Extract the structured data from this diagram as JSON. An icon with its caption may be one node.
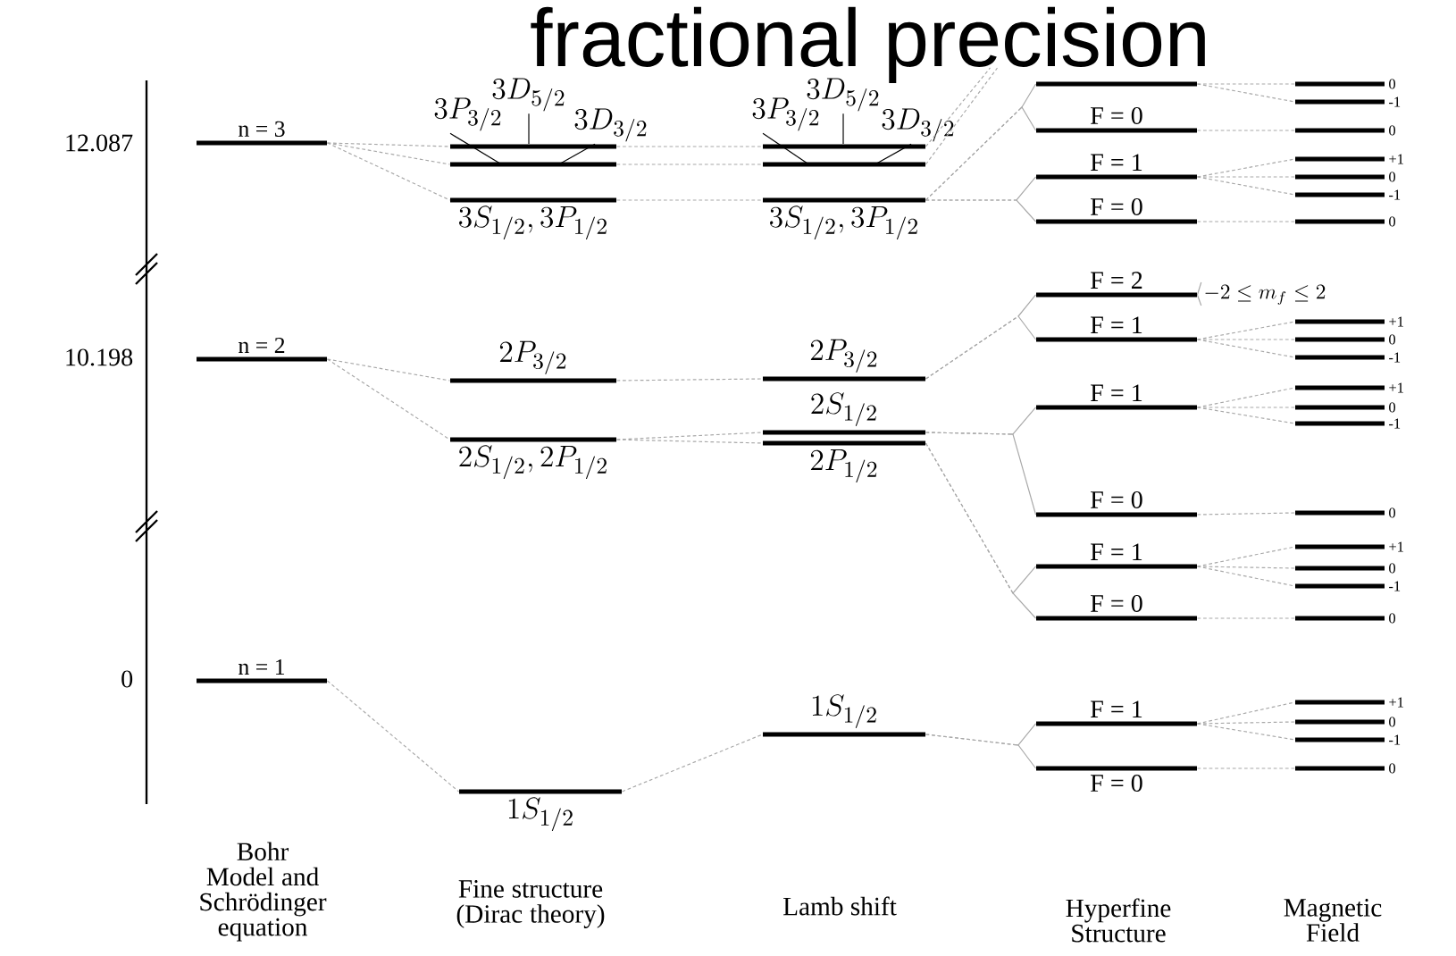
{
  "diagram": {
    "title": "fractional precision",
    "nodes": [
      {
        "text": [
          "n = 3"
        ]
      },
      {
        "text": [
          "n = 2"
        ]
      },
      {
        "text": [
          "n = 1"
        ]
      },
      {
        "text": [
          "3D_{5/2}"
        ]
      },
      {
        "text": [
          "3P_{3/2}"
        ]
      },
      {
        "text": [
          "3D_{3/2}"
        ]
      },
      {
        "text": [],
        "shape": "bar"
      },
      {
        "text": [],
        "shape": "bar"
      },
      {
        "text": [
          "3S_{1/2}, 3P_{1/2}"
        ]
      },
      {
        "text": [
          "2P_{3/2}"
        ]
      },
      {
        "text": [
          "2S_{1/2}, 2P_{1/2}"
        ]
      },
      {
        "text": [
          "1S_{1/2}"
        ]
      },
      {
        "text": [
          "3D_{5/2}"
        ]
      },
      {
        "text": [
          "3P_{3/2}"
        ]
      },
      {
        "text": [
          "3D_{3/2}"
        ]
      },
      {
        "text": [],
        "shape": "bar"
      },
      {
        "text": [],
        "shape": "bar"
      },
      {
        "text": [
          "3S_{1/2}, 3P_{1/2}"
        ]
      },
      {
        "text": [
          "2P_{3/2}"
        ]
      },
      {
        "text": [
          "2S_{1/2}"
        ]
      },
      {
        "text": [
          "2P_{1/2}"
        ]
      },
      {
        "text": [
          "1S_{1/2}"
        ]
      },
      {
        "text": [],
        "shape": "bar"
      },
      {
        "text": [
          "F = 0"
        ]
      },
      {
        "text": [
          "F = 1"
        ]
      },
      {
        "text": [
          "F = 0"
        ]
      },
      {
        "text": [
          "F = 2"
        ]
      },
      {
        "text": [
          "F = 1"
        ]
      },
      {
        "text": [
          "F = 1"
        ]
      },
      {
        "text": [
          "F = 0"
        ]
      },
      {
        "text": [
          "F = 1"
        ]
      },
      {
        "text": [
          "F = 0"
        ]
      },
      {
        "text": [
          "F = 1"
        ]
      },
      {
        "text": [
          "F = 0"
        ]
      },
      {
        "text": [
          "-2 \\le m_f \\le 2"
        ]
      },
      {
        "text": [
          "0"
        ]
      },
      {
        "text": [
          "-1"
        ]
      },
      {
        "text": [
          "0"
        ]
      },
      {
        "text": [
          "+1"
        ]
      },
      {
        "text": [
          "0"
        ]
      },
      {
        "text": [
          "-1"
        ]
      },
      {
        "text": [
          "0"
        ]
      },
      {
        "text": [
          "+1"
        ]
      },
      {
        "text": [
          "0"
        ]
      },
      {
        "text": [
          "-1"
        ]
      },
      {
        "text": [
          "+1"
        ]
      },
      {
        "text": [
          "0"
        ]
      },
      {
        "text": [
          "-1"
        ]
      },
      {
        "text": [
          "0"
        ]
      },
      {
        "text": [
          "+1"
        ]
      },
      {
        "text": [
          "0"
        ]
      },
      {
        "text": [
          "-1"
        ]
      },
      {
        "text": [
          "0"
        ]
      },
      {
        "text": [
          "+1"
        ]
      },
      {
        "text": [
          "0"
        ]
      },
      {
        "text": [
          "-1"
        ]
      },
      {
        "text": [
          "0"
        ]
      }
    ],
    "edges": [
      {
        "from": 0,
        "to": 6,
        "arrow": "none",
        "style": "dashed"
      },
      {
        "from": 0,
        "to": 7,
        "arrow": "none",
        "style": "dashed"
      },
      {
        "from": 0,
        "to": 8,
        "arrow": "none",
        "style": "dashed"
      },
      {
        "from": 1,
        "to": 9,
        "arrow": "none",
        "style": "dashed"
      },
      {
        "from": 1,
        "to": 10,
        "arrow": "none",
        "style": "dashed"
      },
      {
        "from": 2,
        "to": 11,
        "arrow": "none",
        "style": "dashed"
      },
      {
        "from": 3,
        "to": 6,
        "arrow": "none",
        "color": "#000000"
      },
      {
        "from": 4,
        "to": 7,
        "arrow": "none",
        "color": "#000000"
      },
      {
        "from": 5,
        "to": 7,
        "arrow": "none",
        "color": "#000000"
      },
      {
        "from": 6,
        "to": 15,
        "arrow": "none",
        "style": "dashed"
      },
      {
        "from": 7,
        "to": 16,
        "arrow": "none",
        "style": "dashed"
      },
      {
        "from": 8,
        "to": 17,
        "arrow": "none",
        "style": "dashed"
      },
      {
        "from": 9,
        "to": 18,
        "arrow": "none",
        "style": "dashed"
      },
      {
        "from": 10,
        "to": 19,
        "arrow": "none",
        "style": "dashed"
      },
      {
        "from": 10,
        "to": 20,
        "arrow": "none",
        "style": "dashed"
      },
      {
        "from": 11,
        "to": 21,
        "arrow": "none",
        "style": "dashed"
      },
      {
        "from": 12,
        "to": 15,
        "arrow": "none",
        "color": "#000000"
      },
      {
        "from": 13,
        "to": 16,
        "arrow": "none",
        "color": "#000000"
      },
      {
        "from": 14,
        "to": 16,
        "arrow": "none",
        "color": "#000000"
      },
      {
        "from": 15,
        "to": null,
        "arrow": "none",
        "style": "dashed"
      },
      {
        "from": 16,
        "to": null,
        "arrow": "none",
        "style": "dashed"
      },
      {
        "from": 17,
        "to": 22,
        "arrow": "none",
        "style": "dashed"
      },
      {
        "from": 17,
        "to": 23,
        "arrow": "none",
        "style": "dashed"
      },
      {
        "from": 17,
        "to": 24,
        "arrow": "none",
        "style": "dashed"
      },
      {
        "from": 17,
        "to": 25,
        "arrow": "none",
        "style": "dashed"
      },
      {
        "from": 18,
        "to": 26,
        "arrow": "none",
        "style": "dashed"
      },
      {
        "from": 18,
        "to": 27,
        "arrow": "none",
        "style": "dashed"
      },
      {
        "from": 19,
        "to": 28,
        "arrow": "none",
        "style": "dashed"
      },
      {
        "from": 19,
        "to": 29,
        "arrow": "none",
        "style": "dashed"
      },
      {
        "from": 20,
        "to": 30,
        "arrow": "none",
        "style": "dashed"
      },
      {
        "from": 20,
        "to": 31,
        "arrow": "none",
        "style": "dashed"
      },
      {
        "from": 21,
        "to": 32,
        "arrow": "none",
        "style": "dashed"
      },
      {
        "from": 21,
        "to": 33,
        "arrow": "none",
        "style": "dashed"
      },
      {
        "from": 26,
        "to": 34,
        "arrow": "none"
      },
      {
        "from": 22,
        "to": 35,
        "arrow": "none",
        "style": "dashed"
      },
      {
        "from": 22,
        "to": 36,
        "arrow": "none",
        "style": "dashed"
      },
      {
        "from": 23,
        "to": 37,
        "arrow": "none",
        "style": "dashed"
      },
      {
        "from": 24,
        "to": 38,
        "arrow": "none",
        "style": "dashed"
      },
      {
        "from": 24,
        "to": 39,
        "arrow": "none",
        "style": "dashed"
      },
      {
        "from": 24,
        "to": 40,
        "arrow": "none",
        "style": "dashed"
      },
      {
        "from": 25,
        "to": 41,
        "arrow": "none",
        "style": "dashed"
      },
      {
        "from": 27,
        "to": 42,
        "arrow": "none",
        "style": "dashed"
      },
      {
        "from": 27,
        "to": 43,
        "arrow": "none",
        "style": "dashed"
      },
      {
        "from": 27,
        "to": 44,
        "arrow": "none",
        "style": "dashed"
      },
      {
        "from": 28,
        "to": 45,
        "arrow": "none",
        "style": "dashed"
      },
      {
        "from": 28,
        "to": 46,
        "arrow": "none",
        "style": "dashed"
      },
      {
        "from": 28,
        "to": 47,
        "arrow": "none",
        "style": "dashed"
      },
      {
        "from": 29,
        "to": 48,
        "arrow": "none",
        "style": "dashed"
      },
      {
        "from": 30,
        "to": 49,
        "arrow": "none",
        "style": "dashed"
      },
      {
        "from": 30,
        "to": 50,
        "arrow": "none",
        "style": "dashed"
      },
      {
        "from": 30,
        "to": 51,
        "arrow": "none",
        "style": "dashed"
      },
      {
        "from": 31,
        "to": 52,
        "arrow": "none",
        "style": "dashed"
      },
      {
        "from": 32,
        "to": 53,
        "arrow": "none",
        "style": "dashed"
      },
      {
        "from": 32,
        "to": 54,
        "arrow": "none",
        "style": "dashed"
      },
      {
        "from": 32,
        "to": 55,
        "arrow": "none",
        "style": "dashed"
      },
      {
        "from": 33,
        "to": 56,
        "arrow": "none",
        "style": "dashed"
      }
    ],
    "labels": [
      "12.087",
      "10.198",
      "0",
      "Bohr Model and Schrödinger equation",
      "Fine structure (Dirac theory)",
      "Lamb shift",
      "Hyperfine Structure",
      "Magnetic Field"
    ]
  }
}
